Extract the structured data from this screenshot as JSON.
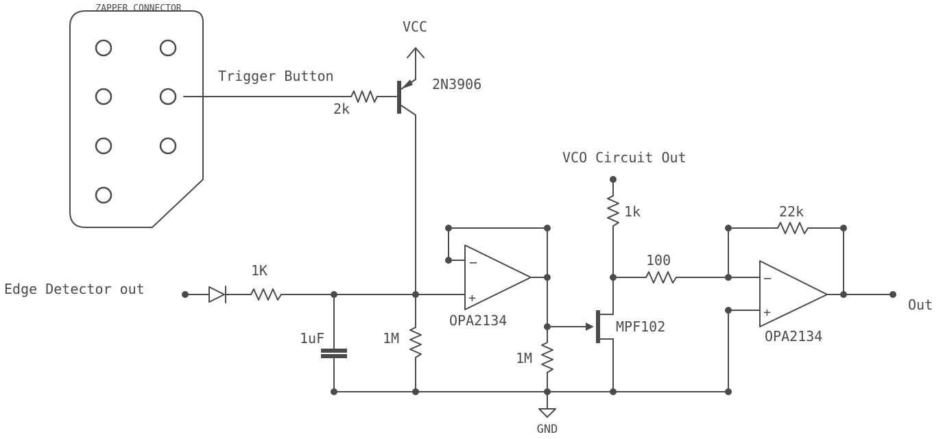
{
  "connector": {
    "title": "ZAPPER CONNECTOR",
    "pin_count": 7
  },
  "labels": {
    "vcc": "VCC",
    "trigger": "Trigger Button",
    "r_trigger": "2k",
    "transistor": "2N3906",
    "vco": "VCO Circuit Out",
    "r_vco": "1k",
    "r_feedback": "22k",
    "r_input": "100",
    "edge": "Edge Detector out",
    "r_diode": "1K",
    "cap": "1uF",
    "r_bias1": "1M",
    "opamp1": "OPA2134",
    "jfet": "MPF102",
    "r_bias2": "1M",
    "opamp2": "OPA2134",
    "gnd": "GND",
    "out": "Out",
    "minus1": "−",
    "plus1": "+",
    "minus2": "−",
    "plus2": "+"
  },
  "colors": {
    "ink": "#4a4a4a",
    "background": "#ffffff"
  }
}
